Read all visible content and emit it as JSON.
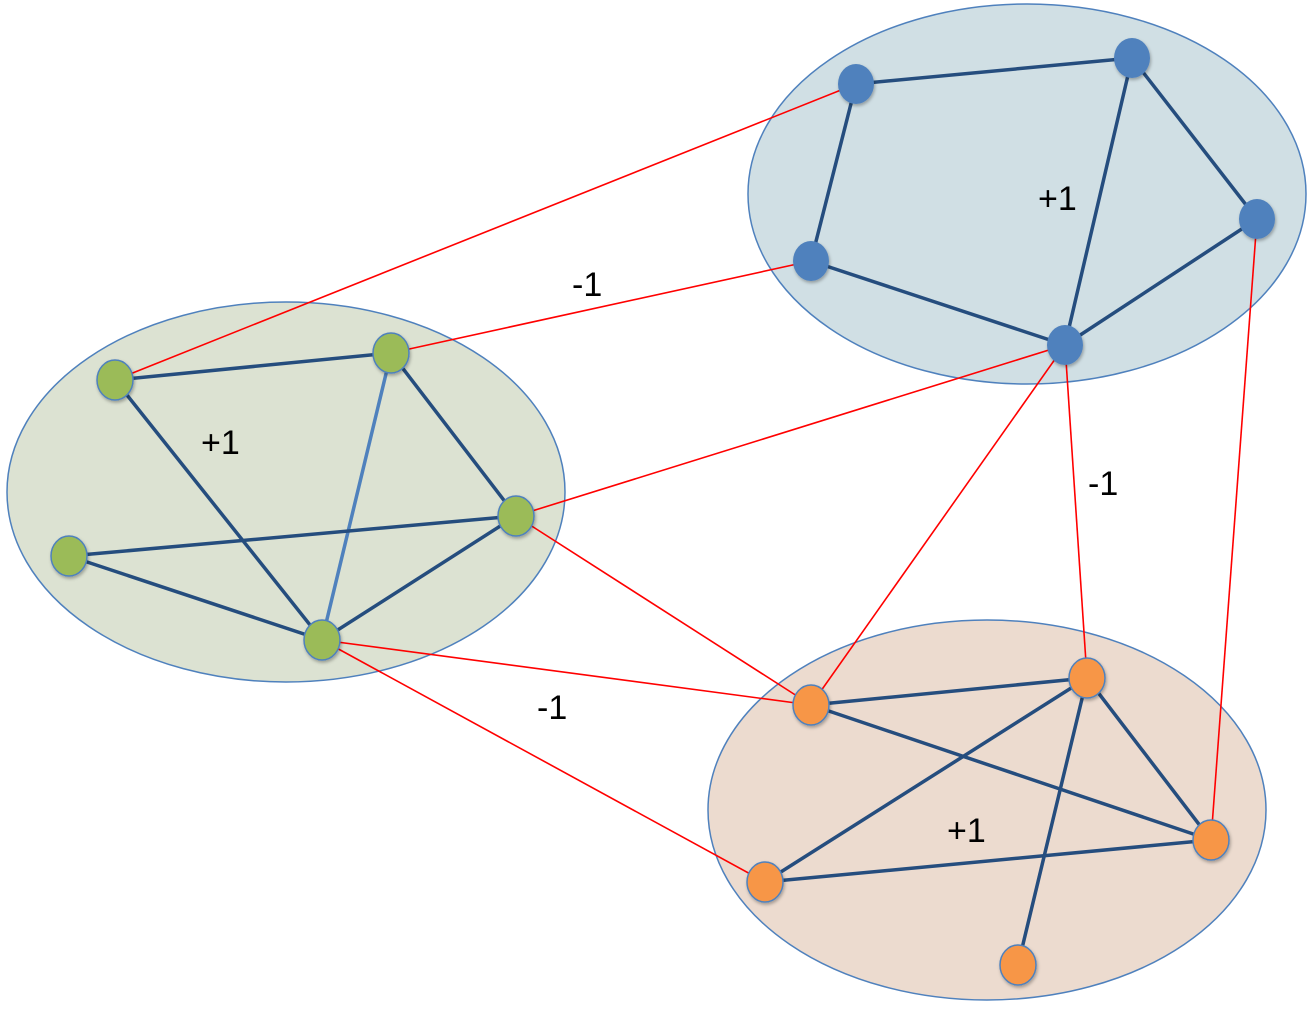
{
  "colors": {
    "cluster_blue_fill": "#d0dfe4",
    "cluster_green_fill": "#dce2d2",
    "cluster_orange_fill": "#ecdbcf",
    "cluster_stroke": "#4f81bd",
    "node_blue": "#4f81bd",
    "node_green": "#9bbb59",
    "node_orange": "#f79646",
    "intra_edge": "#254d7e",
    "inter_edge": "#ff0000"
  },
  "clusters": [
    {
      "id": "blue",
      "label": "+1",
      "nodes": [
        "b1",
        "b2",
        "b3",
        "b4",
        "b5"
      ]
    },
    {
      "id": "green",
      "label": "+1",
      "nodes": [
        "g1",
        "g2",
        "g3",
        "g4",
        "g5"
      ]
    },
    {
      "id": "orange",
      "label": "+1",
      "nodes": [
        "o1",
        "o2",
        "o3",
        "o4",
        "o5"
      ]
    }
  ],
  "intra_edges": [
    [
      "b1",
      "b2"
    ],
    [
      "b2",
      "b3"
    ],
    [
      "b2",
      "b5"
    ],
    [
      "b3",
      "b5"
    ],
    [
      "b1",
      "b4"
    ],
    [
      "b4",
      "b5"
    ],
    [
      "g1",
      "g2"
    ],
    [
      "g2",
      "g3"
    ],
    [
      "g2",
      "g5"
    ],
    [
      "g1",
      "g5"
    ],
    [
      "g4",
      "g3"
    ],
    [
      "g4",
      "g5"
    ],
    [
      "g3",
      "g5"
    ],
    [
      "o1",
      "o2"
    ],
    [
      "o1",
      "o3"
    ],
    [
      "o2",
      "o3"
    ],
    [
      "o2",
      "o4"
    ],
    [
      "o2",
      "o5"
    ],
    [
      "o4",
      "o3"
    ]
  ],
  "inter_edges": [
    [
      "g1",
      "b1"
    ],
    [
      "g2",
      "b4"
    ],
    [
      "g3",
      "b5"
    ],
    [
      "g3",
      "o1"
    ],
    [
      "g5",
      "o1"
    ],
    [
      "g5",
      "o4"
    ],
    [
      "b5",
      "o1"
    ],
    [
      "b5",
      "o2"
    ],
    [
      "b3",
      "o3"
    ]
  ],
  "inter_labels": [
    "-1",
    "-1",
    "-1"
  ]
}
